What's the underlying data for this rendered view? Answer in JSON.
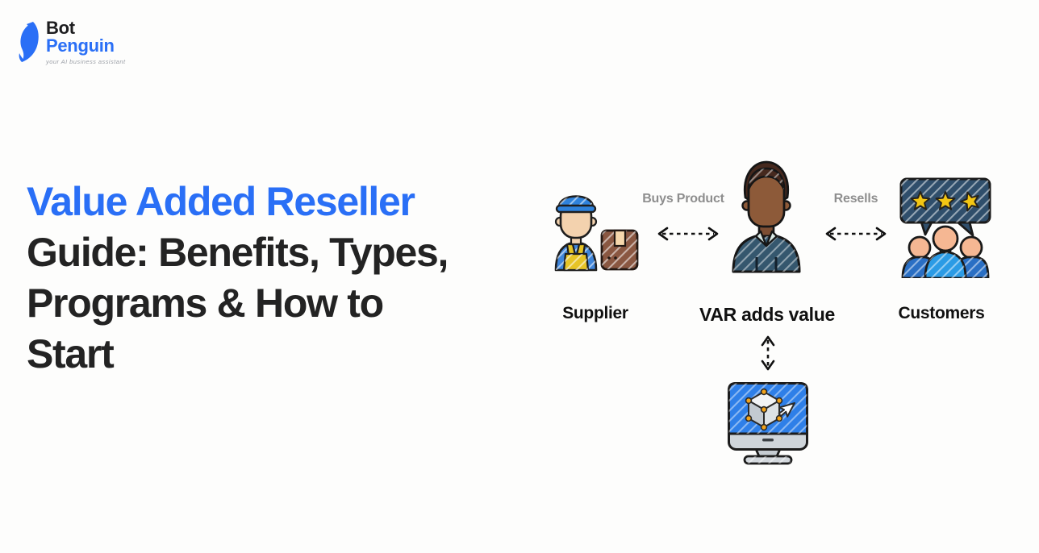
{
  "logo": {
    "brand_line1": "Bot",
    "brand_line2": "Penguin",
    "tagline": "your AI business assistant",
    "icon": "penguin-logo-icon"
  },
  "heading": {
    "full_text": "Value Added Reseller Guide: Benefits, Types, Programs & How to Start",
    "lines": [
      "Value Added Reseller",
      "Guide: Benefits, Types,",
      "Programs & How to",
      "Start"
    ],
    "line_colors": [
      "#2a6ff6",
      "#232323",
      "#232323",
      "#232323"
    ]
  },
  "diagram": {
    "nodes": {
      "supplier": {
        "label": "Supplier",
        "icon": "supplier-worker-box-icon"
      },
      "var": {
        "label": "VAR adds value",
        "icon": "reseller-person-icon"
      },
      "customers": {
        "label": "Customers",
        "icon": "customers-review-icon"
      },
      "software": {
        "icon": "computer-3d-model-icon"
      }
    },
    "edges": {
      "buys": {
        "label": "Buys Product",
        "style": "dashed-double-arrow-horizontal"
      },
      "resells": {
        "label": "Resells",
        "style": "dashed-double-arrow-horizontal"
      },
      "adds_value": {
        "label": "",
        "style": "dashed-double-arrow-vertical"
      }
    }
  },
  "colors": {
    "brand_blue": "#2a6ff6",
    "heading_dark": "#232323",
    "edge_label_gray": "#8e8e8e",
    "node_label_dark": "#101010",
    "background": "#fdfdfc",
    "illustration_screen_blue": "#2e7fe8",
    "illustration_star_yellow": "#f3c614"
  }
}
